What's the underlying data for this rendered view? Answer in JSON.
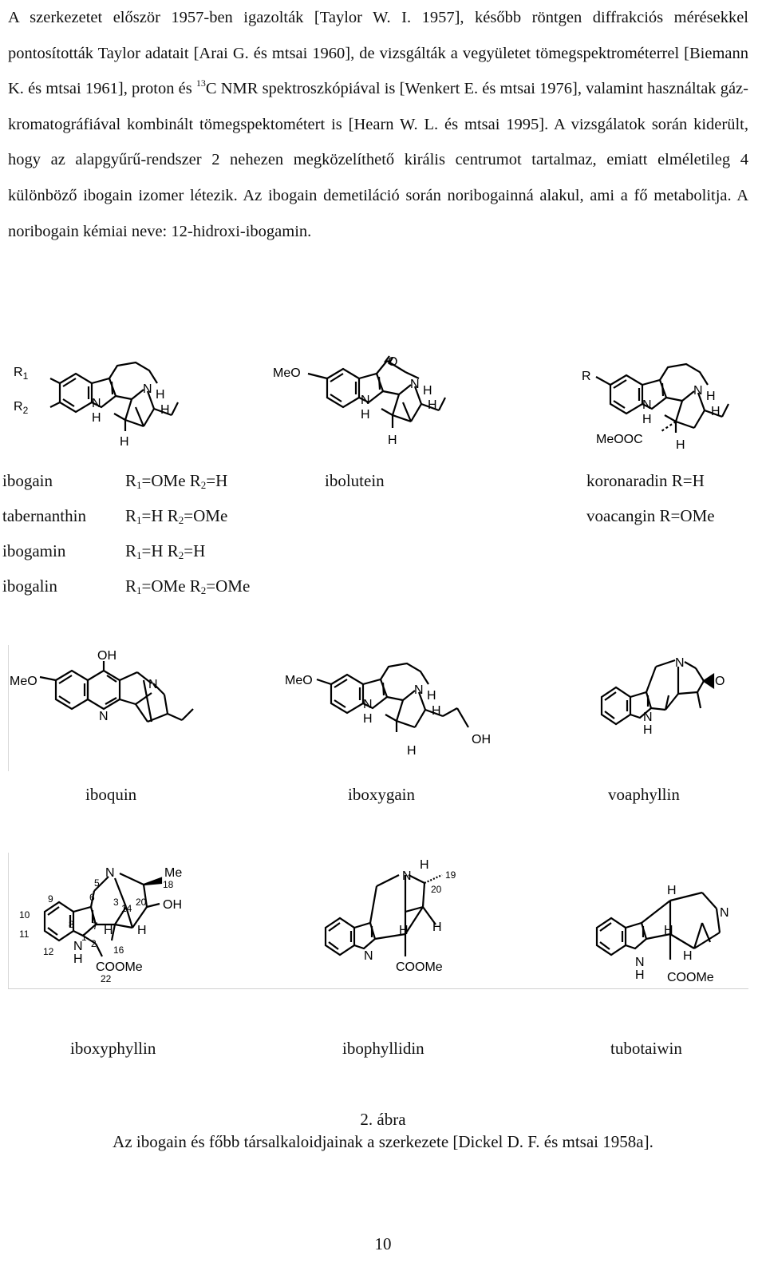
{
  "paragraph": {
    "p1": "A szerkezetet először 1957-ben igazolták [Taylor W. I. 1957], később röntgen diffrakciós mérésekkel pontosították Taylor adatait [Arai G. és mtsai 1960], de vizsgálták a vegyületet tömegspektrométerrel [Biemann K. és mtsai 1961], proton és ",
    "sup": "13",
    "p2": "C NMR spektroszkópiával is [Wenkert E. és mtsai 1976], valamint használtak gáz-kromatográfiával kombinált tömegspektométert is [Hearn W. L. és mtsai 1995]. A vizsgálatok során kiderült, hogy az alapgyűrű-rendszer 2 nehezen megközelíthető királis centrumot tartalmaz, emiatt elméletileg 4 különböző ibogain izomer létezik. Az ibogain demetiláció során noribogainná alakul, ami a fő metabolitja. A noribogain kémiai neve: 12-hidroxi-ibogamin."
  },
  "structures": {
    "ibogain_core": {
      "r1": "R",
      "r1_sub": "1",
      "r2": "R",
      "r2_sub": "2",
      "n": "N",
      "h": "H"
    },
    "ibolutein": {
      "meo": "MeO",
      "o": "O",
      "n": "N",
      "h": "H"
    },
    "koronaradin_core": {
      "r": "R",
      "meooc": "MeOOC",
      "n": "N",
      "h": "H"
    },
    "iboquin": {
      "oh": "OH",
      "meo": "MeO",
      "n": "N"
    },
    "iboxygain": {
      "meo": "MeO",
      "n": "N",
      "h": "H",
      "oh": "OH"
    },
    "voaphyllin": {
      "n": "N",
      "h": "H",
      "o": "O"
    },
    "iboxyphyllin": {
      "me": "Me",
      "oh": "OH",
      "n": "N",
      "h": "H",
      "coome": "COOMe",
      "numbers": [
        "5",
        "6",
        "3",
        "14",
        "20",
        "18",
        "9",
        "10",
        "11",
        "8",
        "7",
        "12",
        "2",
        "16",
        "22",
        "1"
      ]
    },
    "ibophyllidin": {
      "n": "N",
      "h": "H",
      "n19": "19",
      "n20": "20",
      "coome": "COOMe"
    },
    "tubotaiwin": {
      "n": "N",
      "h": "H",
      "coome": "COOMe"
    }
  },
  "rows": {
    "row1": [
      {
        "name": "ibogain",
        "r1": "=OMe",
        "r2": "=H"
      },
      {
        "name": "tabernanthin",
        "r1": "=H",
        "r2": "=OMe"
      },
      {
        "name": "ibogamin",
        "r1": "=H",
        "r2": "=H"
      },
      {
        "name": "ibogalin",
        "r1": "=OMe",
        "r2": "=OMe"
      }
    ],
    "r_letter": "R",
    "sub1": "1",
    "sub2": "2",
    "ibolutein": "ibolutein",
    "koronaradin": "koronaradin R=H",
    "voacangin": "voacangin R=OMe",
    "row2": [
      "iboquin",
      "iboxygain",
      "voaphyllin"
    ],
    "row3": [
      "iboxyphyllin",
      "ibophyllidin",
      "tubotaiwin"
    ]
  },
  "caption": {
    "number": "2. ábra",
    "text": "Az ibogain és főbb társalkaloidjainak a szerkezete [Dickel D. F. és mtsai 1958a]."
  },
  "page_number": "10"
}
